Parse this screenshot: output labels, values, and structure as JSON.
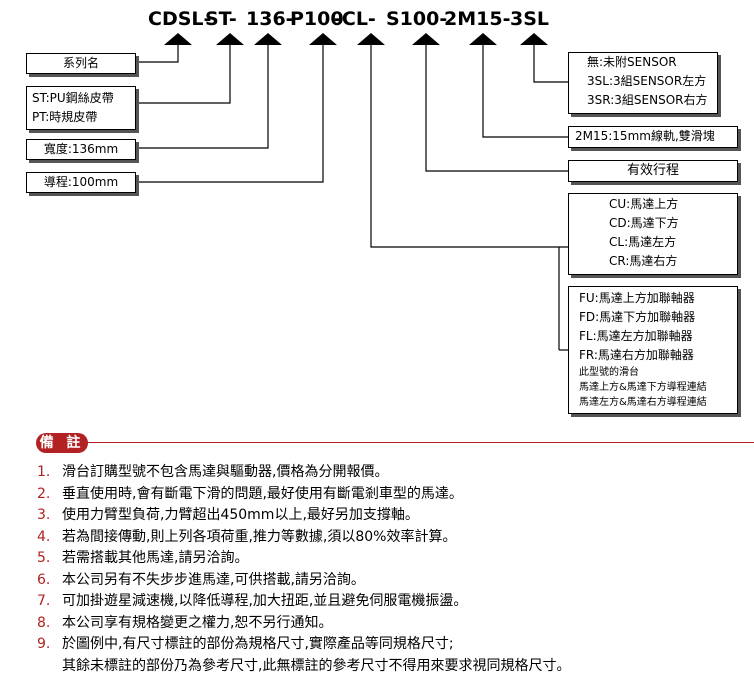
{
  "code": {
    "segments": [
      "CDSL-",
      "ST-",
      "136-",
      "P100",
      "-CL-",
      "S100-",
      "2M15-",
      "3SL"
    ]
  },
  "left_boxes": {
    "series": "系列名",
    "belt": [
      "ST:PU鋼絲皮帶",
      "PT:時規皮帶"
    ],
    "width": "寬度:136mm",
    "stroke": "導程:100mm"
  },
  "right_boxes": {
    "sensor": [
      "無:未附SENSOR",
      "3SL:3組SENSOR左方",
      "3SR:3組SENSOR右方"
    ],
    "rail": "2M15:15mm線軌,雙滑塊",
    "stroke": "有效行程",
    "motor": [
      "CU:馬達上方",
      "CD:馬達下方",
      "CL:馬達左方",
      "CR:馬達右方"
    ],
    "coupling": [
      "FU:馬達上方加聯軸器",
      "FD:馬達下方加聯軸器",
      "FL:馬達左方加聯軸器",
      "FR:馬達右方加聯軸器"
    ],
    "coupling_note": [
      "此型號的滑台",
      "馬達上方&馬達下方導程連結",
      "馬達左方&馬達右方導程連結"
    ]
  },
  "notes": {
    "title": "備 註",
    "items": [
      {
        "num": "1.",
        "text": "滑台訂購型號不包含馬達與驅動器,價格為分開報價。"
      },
      {
        "num": "2.",
        "text": "垂直使用時,會有斷電下滑的問題,最好使用有斷電剎車型的馬達。"
      },
      {
        "num": "3.",
        "text": "使用力臂型負荷,力臂超出450mm以上,最好另加支撐軸。"
      },
      {
        "num": "4.",
        "text": "若為間接傳動,則上列各項荷重,推力等數據,須以80%效率計算。"
      },
      {
        "num": "5.",
        "text": "若需搭載其他馬達,請另洽詢。"
      },
      {
        "num": "6.",
        "text": "本公司另有不失步步進馬達,可供搭載,請另洽詢。"
      },
      {
        "num": "7.",
        "text": "可加掛遊星減速機,以降低導程,加大扭距,並且避免伺服電機振盪。"
      },
      {
        "num": "8.",
        "text": "本公司享有規格變更之權力,恕不另行通知。"
      },
      {
        "num": "9.",
        "text": "於圖例中,有尺寸標註的部份為規格尺寸,實際產品等同規格尺寸;"
      }
    ],
    "continuation": "其餘未標註的部份乃為參考尺寸,此無標註的參考尺寸不得用來要求視同規格尺寸。"
  },
  "colors": {
    "accent": "#b22222",
    "line": "#000000"
  }
}
